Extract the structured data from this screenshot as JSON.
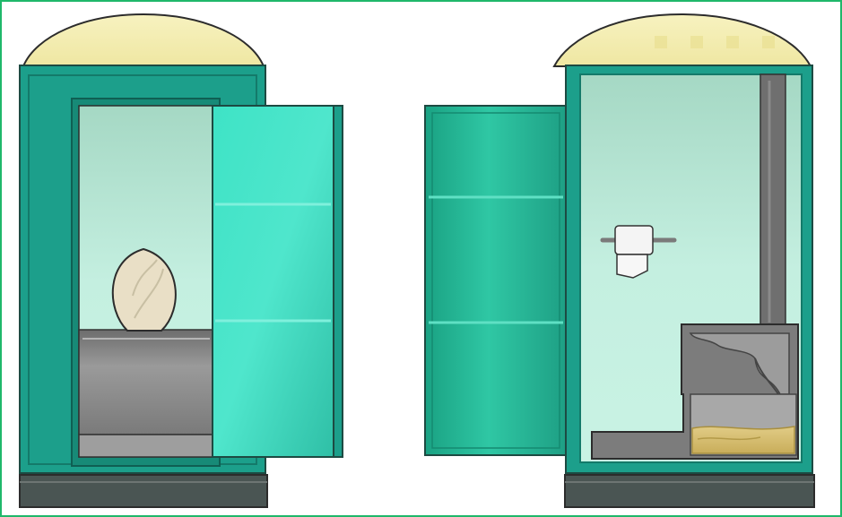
{
  "image": {
    "kind": "illustration",
    "subjects": [
      {
        "name": "portable-toilet-front-view",
        "door_state": "open"
      },
      {
        "name": "portable-toilet-cutaway-side-view",
        "door_state": "detached"
      }
    ]
  },
  "colors": {
    "frame_border": "#1fb86a",
    "shell_teal": "#1c9f8b",
    "door_teal": "#3fd6bb",
    "interior_mint": "#b7ead9",
    "roof_yellow": "#f4efb0",
    "base_gray": "#4a5553",
    "tank_gray": "#8a8a8a",
    "seat_cream": "#e9dfc6",
    "waste_yellow": "#d8c27a"
  }
}
